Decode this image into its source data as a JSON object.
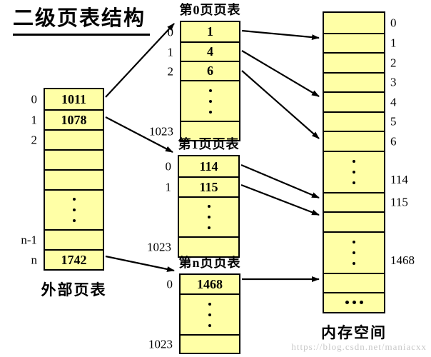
{
  "title": "二级页表结构",
  "watermark": "https://blog.csdn.net/maniacxx",
  "colors": {
    "cell_fill": "#ffffa6",
    "border": "#000000",
    "arrow": "#000000",
    "watermark": "#c8c8c8",
    "background": "#ffffff",
    "text": "#000000"
  },
  "tables": {
    "outer": {
      "caption": "外部页表",
      "rows": [
        {
          "label": "0",
          "value": "1011"
        },
        {
          "label": "1",
          "value": "1078"
        },
        {
          "label": "2",
          "value": ""
        },
        {
          "label": "",
          "value": ""
        },
        {
          "label": "",
          "value": ""
        },
        {
          "type": "dots"
        },
        {
          "label": "n-1",
          "value": ""
        },
        {
          "label": "n",
          "value": "1742"
        }
      ]
    },
    "pt0": {
      "header": "第0页页表",
      "rows": [
        {
          "label": "0",
          "value": "1"
        },
        {
          "label": "1",
          "value": "4"
        },
        {
          "label": "2",
          "value": "6"
        },
        {
          "type": "dots"
        },
        {
          "label": "1023",
          "value": ""
        }
      ]
    },
    "pt1": {
      "header": "第1页页表",
      "rows": [
        {
          "label": "0",
          "value": "114"
        },
        {
          "label": "1",
          "value": "115"
        },
        {
          "type": "dots"
        },
        {
          "label": "1023",
          "value": ""
        }
      ]
    },
    "ptn": {
      "header": "第n页页表",
      "rows": [
        {
          "label": "0",
          "value": "1468"
        },
        {
          "type": "dots"
        },
        {
          "label": "1023",
          "value": ""
        }
      ]
    },
    "memory": {
      "caption": "内存空间",
      "rows": [
        {
          "label": "0"
        },
        {
          "label": "1"
        },
        {
          "label": "2"
        },
        {
          "label": "3"
        },
        {
          "label": "4"
        },
        {
          "label": "5"
        },
        {
          "label": "6"
        },
        {
          "type": "dots",
          "label": "114",
          "label_pos": "bottom"
        },
        {
          "label": "115"
        },
        {
          "label": ""
        },
        {
          "type": "dots",
          "label": "1468",
          "label_pos": "bottom"
        },
        {
          "label": ""
        },
        {
          "type": "ellipsis"
        }
      ]
    }
  },
  "arrows": [
    {
      "from": "outer-row-0 (1011)",
      "to": "page-table-0"
    },
    {
      "from": "outer-row-1 (1078)",
      "to": "page-table-1"
    },
    {
      "from": "outer-row-n (1742)",
      "to": "page-table-n"
    },
    {
      "from": "pt0-entry-1",
      "to": "memory-frame-1"
    },
    {
      "from": "pt0-entry-4",
      "to": "memory-frame-4"
    },
    {
      "from": "pt0-entry-6",
      "to": "memory-frame-6"
    },
    {
      "from": "pt1-entry-114",
      "to": "memory-frame-114"
    },
    {
      "from": "pt1-entry-115",
      "to": "memory-frame-115"
    },
    {
      "from": "ptn-entry-1468",
      "to": "memory-frame-1468"
    }
  ]
}
